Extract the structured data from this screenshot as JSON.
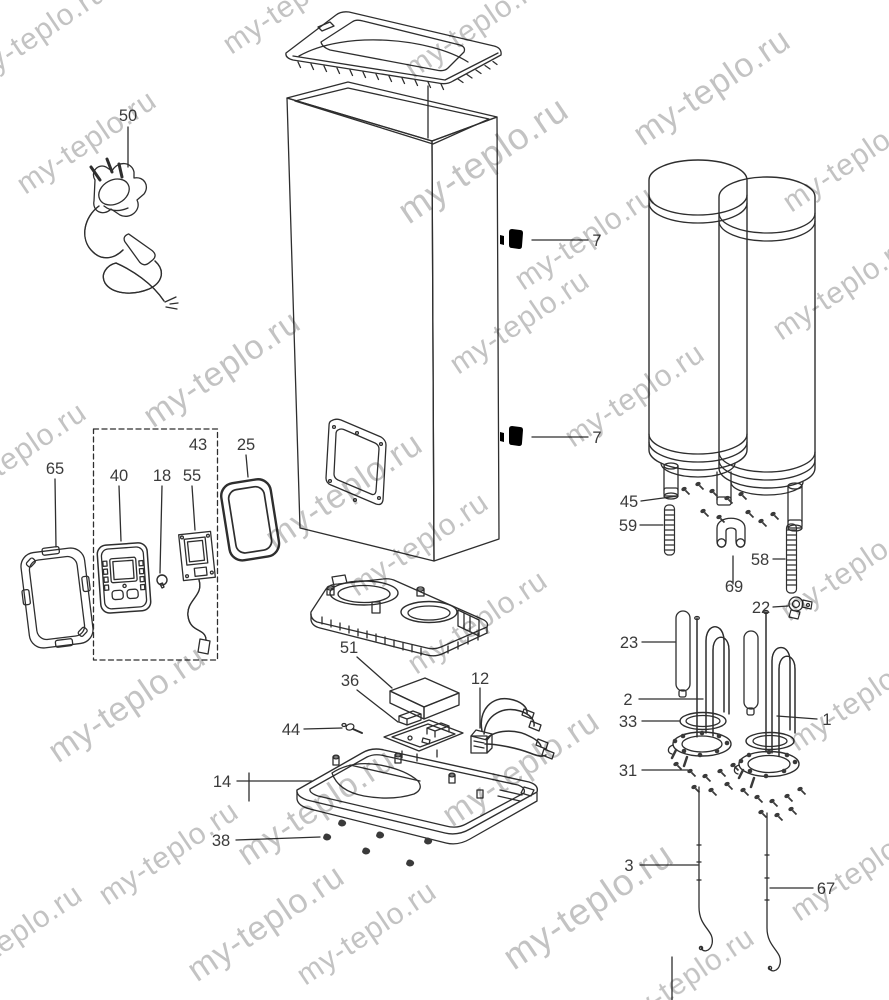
{
  "diagram": {
    "kind": "exploded parts diagram",
    "subject": "flat electric storage water heater",
    "background_color": "#ffffff",
    "line_color": "#2e2e2e",
    "label_color": "#3b3b3b",
    "watermark_color": "#c3c3c3",
    "part_numbers_visible": [
      "50",
      "7",
      "7",
      "65",
      "43",
      "40",
      "18",
      "55",
      "25",
      "45",
      "59",
      "69",
      "58",
      "22",
      "23",
      "2",
      "33",
      "31",
      "3",
      "1",
      "67",
      "51",
      "36",
      "12",
      "44",
      "14",
      "38"
    ]
  },
  "watermark": {
    "text": "my-teplo.ru"
  },
  "parts": {
    "50": "50",
    "7t": "7",
    "7b": "7",
    "65": "65",
    "40": "40",
    "18": "18",
    "55": "55",
    "43": "43",
    "25": "25",
    "45": "45",
    "59": "59",
    "69": "69",
    "58": "58",
    "22": "22",
    "23": "23",
    "2": "2",
    "33": "33",
    "31": "31",
    "3": "3",
    "1": "1",
    "67": "67",
    "51": "51",
    "36": "36",
    "12": "12",
    "44": "44",
    "14": "14",
    "38": "38"
  }
}
